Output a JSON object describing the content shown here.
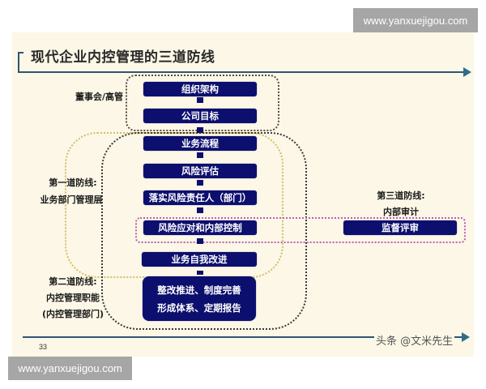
{
  "watermarks": {
    "top": "www.yanxuejigou.com",
    "bottom": "www.yanxuejigou.com"
  },
  "slide": {
    "title": "现代企业内控管理的三道防线",
    "page_number": "33",
    "credit": "头条 @文米先生"
  },
  "flow": {
    "steps": [
      "组织架构",
      "公司目标",
      "业务流程",
      "风险评估",
      "落实风险责任人（部门）",
      "风险应对和内部控制",
      "业务自我改进"
    ],
    "final_box": {
      "line1": "整改推进、制度完善",
      "line2": "形成体系、定期报告"
    },
    "audit_box": "监督评审"
  },
  "labels": {
    "board": "董事会/高管",
    "first_line_title": "第一道防线:",
    "first_line_sub": "业务部门管理层",
    "second_line_title": "第二道防线:",
    "second_line_sub1": "内控管理职能",
    "second_line_sub2": "(内控管理部门)",
    "third_line_title": "第三道防线:",
    "third_line_sub": "内部审计"
  },
  "colors": {
    "box_fill": "#0d0f6e",
    "slide_bg": "#fcf7e6",
    "axis_line": "#2f5573",
    "board_border": "#5a4a4a",
    "first_line_border": "#c9b35a",
    "second_line_border": "#2b2b2b",
    "third_line_border": "#b05ab0",
    "watermark_bg": "#a6a6a6"
  }
}
